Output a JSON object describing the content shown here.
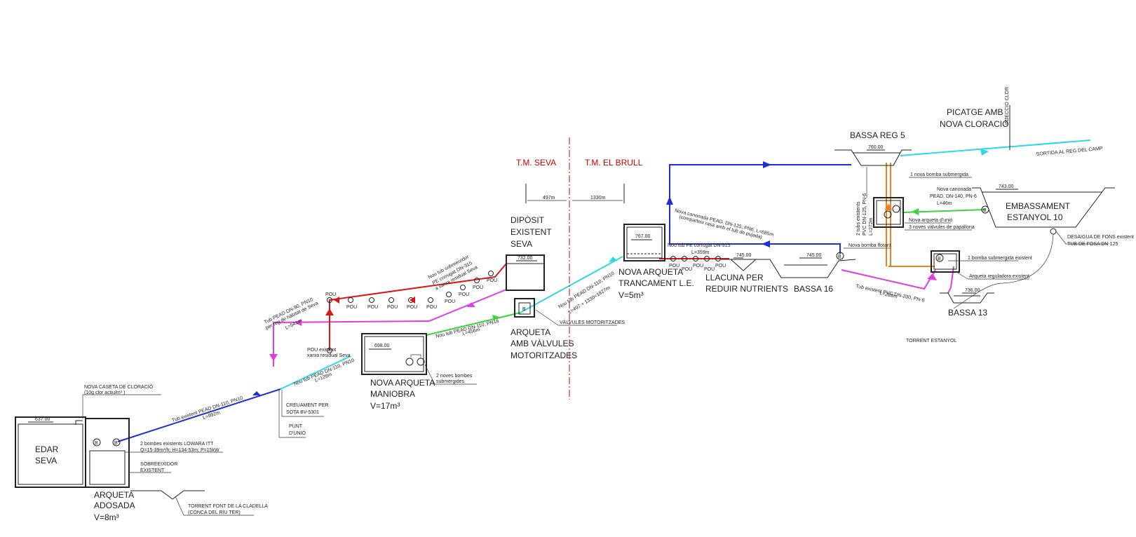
{
  "labels": {
    "edar": [
      "EDAR",
      "SEVA"
    ],
    "edar_level": "637.00",
    "caseta": [
      "NOVA CASETA DE CLORACIÓ",
      "(10g clor actiu/m³ )"
    ],
    "bombes_existents": [
      "2 bombes existents LOWARA ITT",
      "Q=15-39m³/h; H=134-53m; P=15kW"
    ],
    "sobreeixidor": [
      "SOBREEIXIDOR",
      "EXISTENT"
    ],
    "arqueta_adosada": [
      "ARQUETA",
      "ADOSADA",
      "V=8m³"
    ],
    "torrent_font": [
      "TORRENT FONT DE LA CLADELLA",
      "(CONCA DEL RIU TER)"
    ],
    "tub_existent_992": [
      "Tub existent PEAD DN-110, PN10",
      "L=992m"
    ],
    "creuament": [
      "CREUAMENT PER",
      "SOTA BV-5301"
    ],
    "punt_unio": [
      "PUNT",
      "D'UNIÓ"
    ],
    "nou_tub_128": [
      "Nou tub PEAD DN-110, PN10",
      "L=128m"
    ],
    "nova_arqueta_maniobra": [
      "NOVA ARQUETA",
      "MANIOBRA",
      "V=17m³"
    ],
    "maniobra_level": "698.00",
    "noves_bombes": [
      "2 noves bombes",
      "submergides"
    ],
    "tub_reg_habitat": [
      "Tub PEAD DN-90, PN10",
      "per reg de hàbitat de Seva",
      "L=541m"
    ],
    "pou_existent": [
      "POU existent",
      "xarxa residual Seva"
    ],
    "pou": "POU",
    "nou_tub_sobreeixidor": [
      "Nou tub sobreeixidor",
      "PE corrugat DN-315",
      "a xarxa residual Seva"
    ],
    "nou_tub_456": [
      "Nou tub PEAD DN-110, PN16",
      "L=456m"
    ],
    "diposit": [
      "DIPÒSIT",
      "EXISTENT",
      "SEVA"
    ],
    "diposit_level": "732.00",
    "arqueta_valvules": [
      "ARQUETA",
      "AMB VÀLVULES",
      "MOTORITZADES"
    ],
    "valvules_motoritzades": "VÀLVULES MOTORITZADES",
    "tm_seva": "T.M. SEVA",
    "tm_el_brull": "T.M. EL BRULL",
    "dist_497": "497m",
    "dist_1330": "1330m",
    "nou_tub_1827": [
      "Nou tub PEAD DN-110, PN10",
      "L=497 + 1330=1827m"
    ],
    "nova_arqueta_trencament": [
      "NOVA ARQUETA",
      "TRANCAMENT L.E.",
      "V=5m³"
    ],
    "trencament_level": "767.00",
    "nou_tub_pe_359": [
      "Nou tub PE corrugat DN-315",
      "L=359m"
    ],
    "llacuna": [
      "LLACUNA PER",
      "REDUIR NUTRIENTS"
    ],
    "llacuna_level": "745.00",
    "bassa16": "BASSA 16",
    "bassa16_level": "745.00",
    "nova_canonada_685": [
      "Nova canonada PEAD, DN-125, PN6, L=685m",
      "(comparteix rasa amb el tub de pujada)"
    ],
    "nova_bomba_flotant": "Nova bomba flotant",
    "bassa_reg5": "BASSA REG 5",
    "bassa_reg5_level": "760.00",
    "picatge": [
      "PICATGE AMB",
      "NOVA CLORACIÓ"
    ],
    "injeccio_clor": "INJECCIÓ CLOR",
    "sortida_reg": "SORTIDA AL REG DEL CAMP",
    "tubs_existents": [
      "2 tubs existents",
      "PVC DN-125, PN-6",
      "L=272m"
    ],
    "bomba_submergida_nova": "1 nova bomba submergida",
    "nova_canonada_46": [
      "Nova canonada",
      "PEAD, DN-140, PN-6",
      "L=46m"
    ],
    "nova_arqueta_uni": "Nova arqueta d'unió",
    "noves_valvules": "3 noves vàlvules de papallona",
    "embassament": [
      "EMBASSAMENT",
      "ESTANYOL 10"
    ],
    "embassament_level": "743.00",
    "desaigua": [
      "DESAIGUA DE FONS existent",
      "TUB DE FOSA DN-125"
    ],
    "bomba_submergida_existent": "1 bomba submergida existent",
    "arqueta_reguladora": "Arqueta reguladora existent",
    "tub_existent_283": [
      "Tub existent PVC DN-200, PN-6",
      "L=283m"
    ],
    "bassa13": "BASSA 13",
    "bassa13_level": "736.00",
    "torrent_estanyol": "TORRENT ESTANYOL"
  },
  "colors": {
    "blue": "#1f2fd6",
    "cyan": "#2fd6e6",
    "green": "#3cd43c",
    "red": "#d81818",
    "magenta": "#e03ce0",
    "orange": "#f08020",
    "municipal_boundary": "#d00000"
  }
}
